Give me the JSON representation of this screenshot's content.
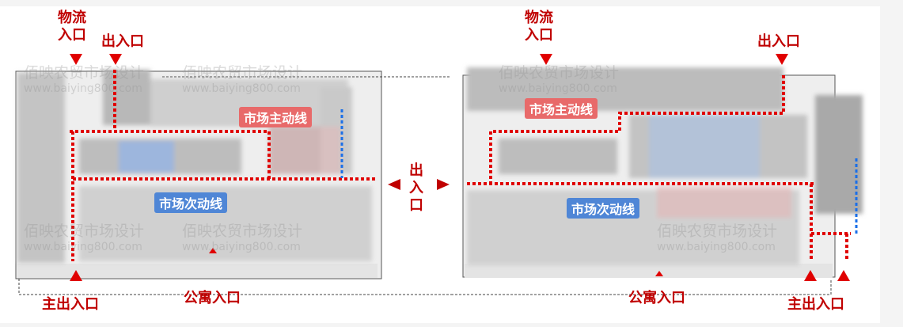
{
  "labels": {
    "logistics_entrance": [
      "物流",
      "入口"
    ],
    "entrance": "出入口",
    "main_entrance": "主出入口",
    "apartment_entrance": "公寓入口",
    "middle_entrance": [
      "出",
      "入",
      "口"
    ],
    "primary_flow": "市场主动线",
    "secondary_flow": "市场次动线"
  },
  "watermark": {
    "name": "佰映农贸市场设计",
    "url": "www.baiying800.com"
  },
  "colors": {
    "primary_flow": "#e00000",
    "secondary_flow": "#1a6fe8",
    "label": "#c00000"
  }
}
